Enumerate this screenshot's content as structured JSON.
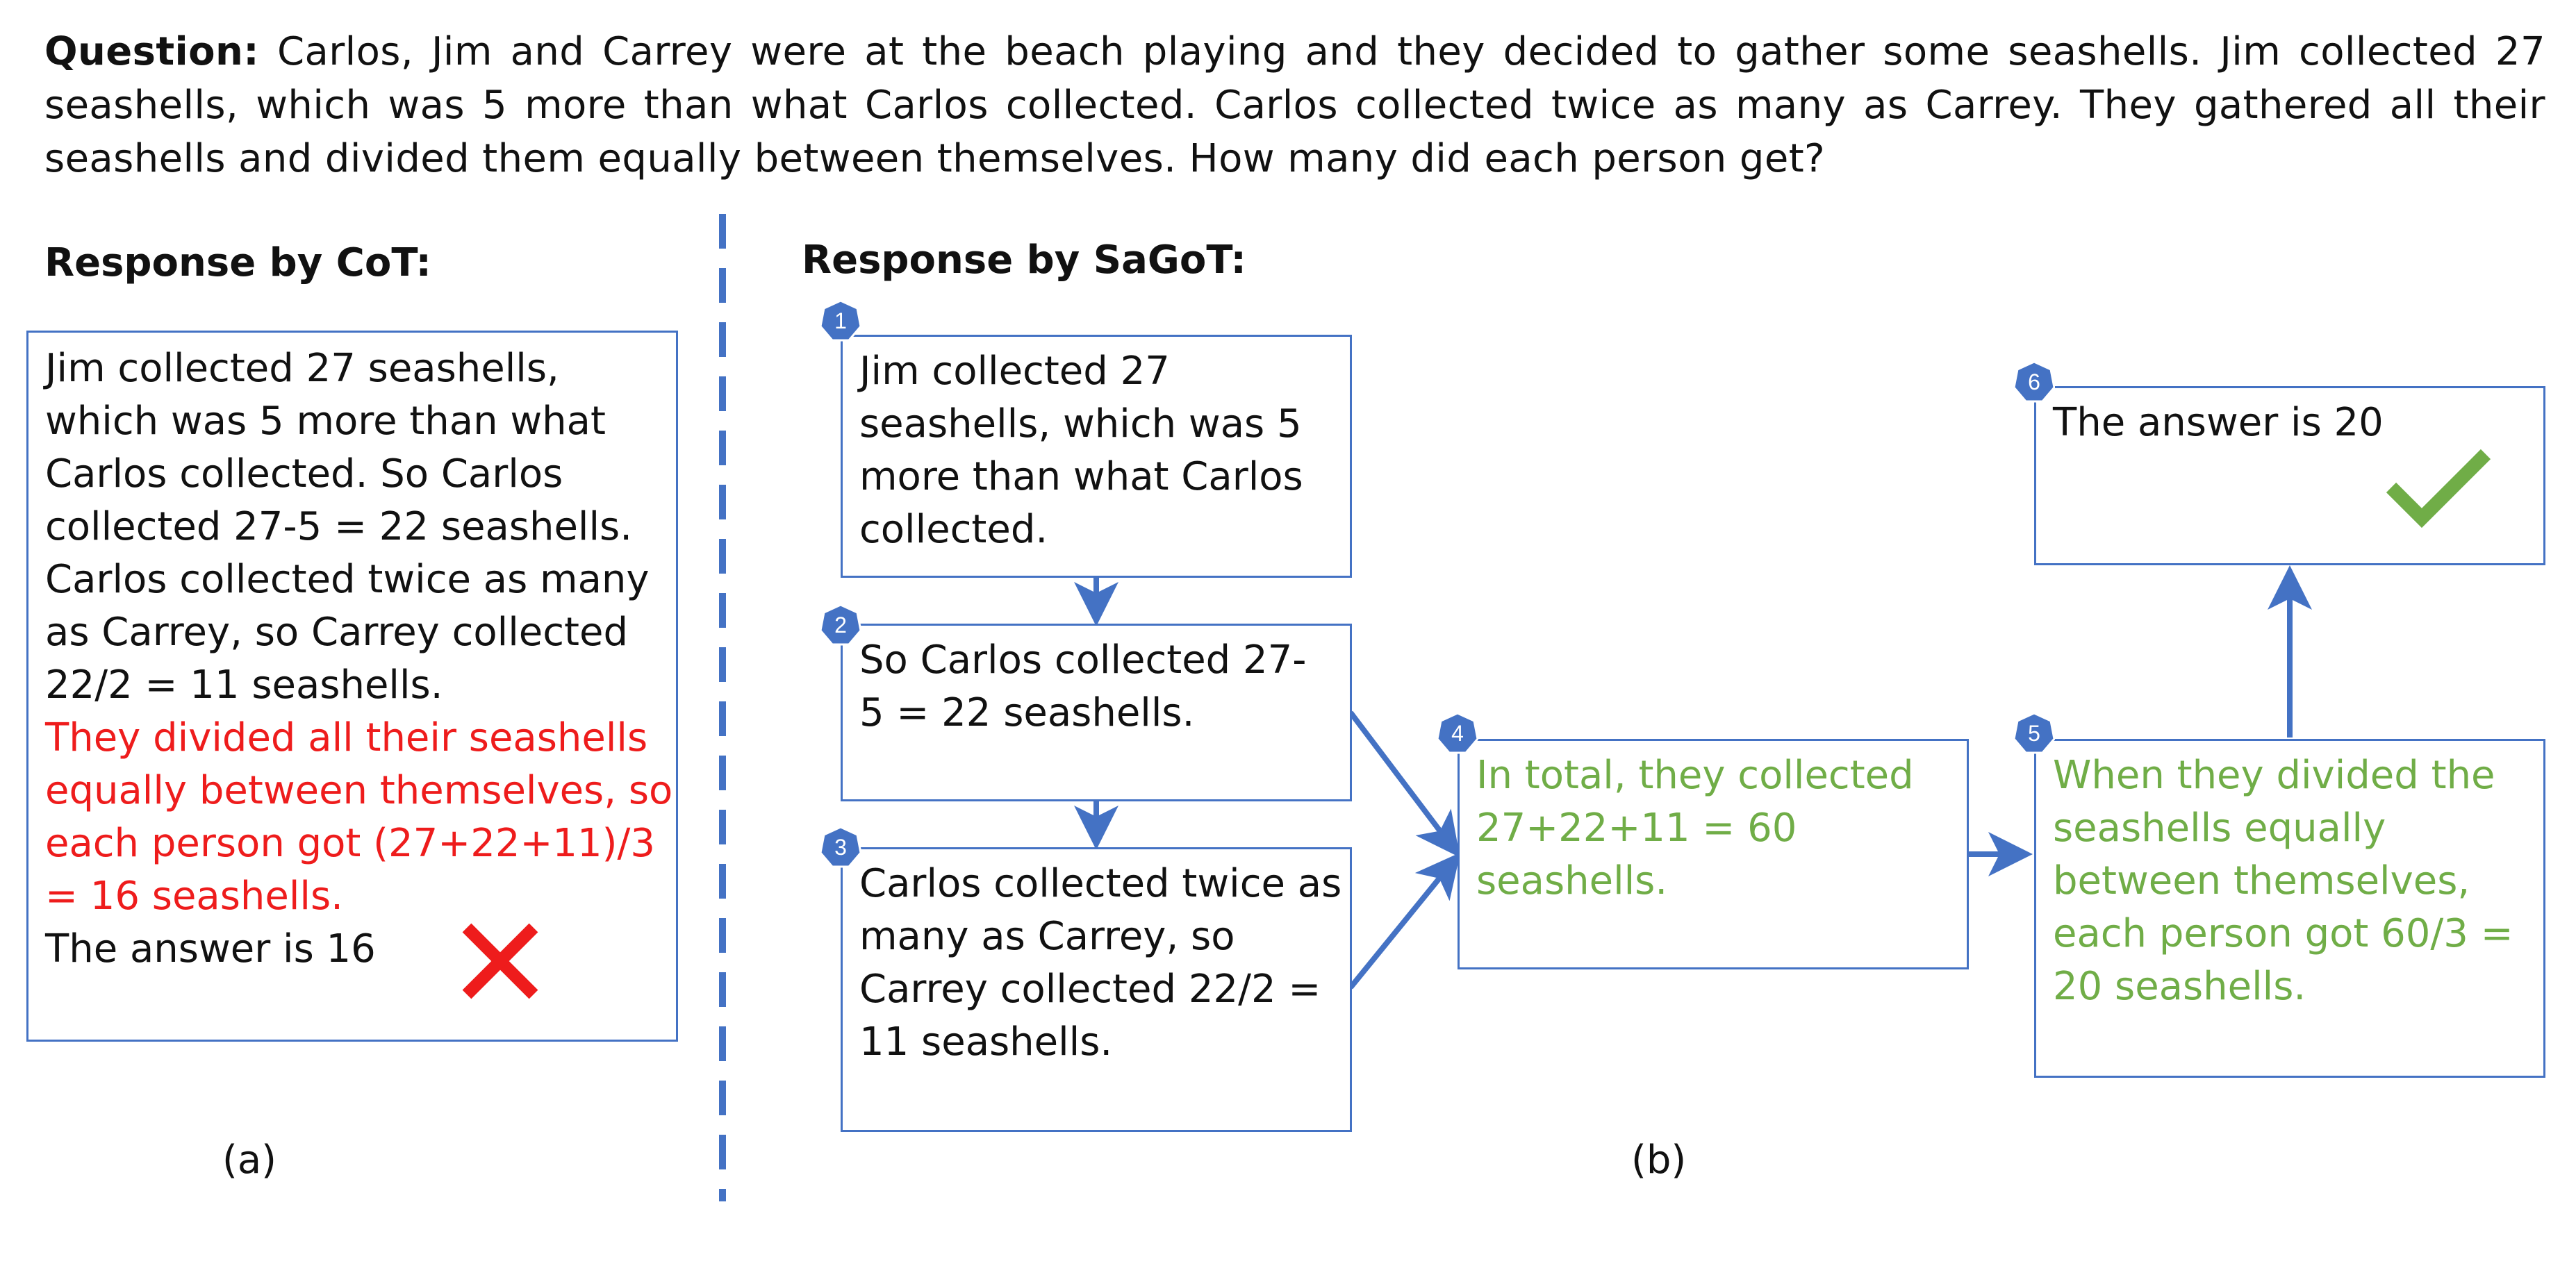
{
  "question": {
    "label": "Question:",
    "text": " Carlos, Jim and Carrey were at the beach playing and they decided to gather some seashells. Jim collected 27 seashells, which was 5 more than what Carlos collected. Carlos collected twice as many as Carrey. They gathered all their seashells and divided them equally between themselves. How many did each person get?"
  },
  "cot": {
    "heading": "Response by CoT:",
    "lines_black": [
      " Jim collected 27 seashells,",
      "which was 5 more than what",
      "Carlos collected. So Carlos",
      "collected 27-5 = 22 seashells.",
      "Carlos collected twice as many",
      "as Carrey, so Carrey collected",
      "22/2 = 11 seashells."
    ],
    "lines_red": [
      "They divided all their seashells",
      "equally between themselves, so",
      "each person got (27+22+11)/3",
      "= 16 seashells."
    ],
    "answer": "The answer is 16",
    "caption": "(a)"
  },
  "sagot": {
    "heading": "Response by SaGoT:",
    "caption": "(b)",
    "nodes": [
      {
        "badge": "1",
        "lines": [
          " Jim collected 27",
          "seashells, which was 5",
          "more than what Carlos",
          "collected."
        ]
      },
      {
        "badge": "2",
        "lines": [
          " So Carlos collected 27-",
          "5 = 22 seashells."
        ]
      },
      {
        "badge": "3",
        "lines": [
          "Carlos collected twice as",
          "many as Carrey, so",
          "Carrey collected 22/2 =",
          "11 seashells."
        ]
      },
      {
        "badge": "4",
        "lines": [
          "In total, they collected",
          "27+22+11 = 60",
          "seashells."
        ]
      },
      {
        "badge": "5",
        "lines": [
          "When they divided the",
          "seashells equally",
          "between themselves,",
          "each person got 60/3 =",
          "20 seashells."
        ]
      },
      {
        "badge": "6",
        "lines": [
          "The answer is 20"
        ]
      }
    ]
  },
  "colors": {
    "box_border": "#4472c4",
    "arrow": "#4472c4",
    "correct_text": "#70ad47",
    "wrong_text": "#ee1c1c",
    "checkmark": "#70ad47",
    "crossmark": "#ee1c1c",
    "badge_fill": "#4472c4"
  }
}
